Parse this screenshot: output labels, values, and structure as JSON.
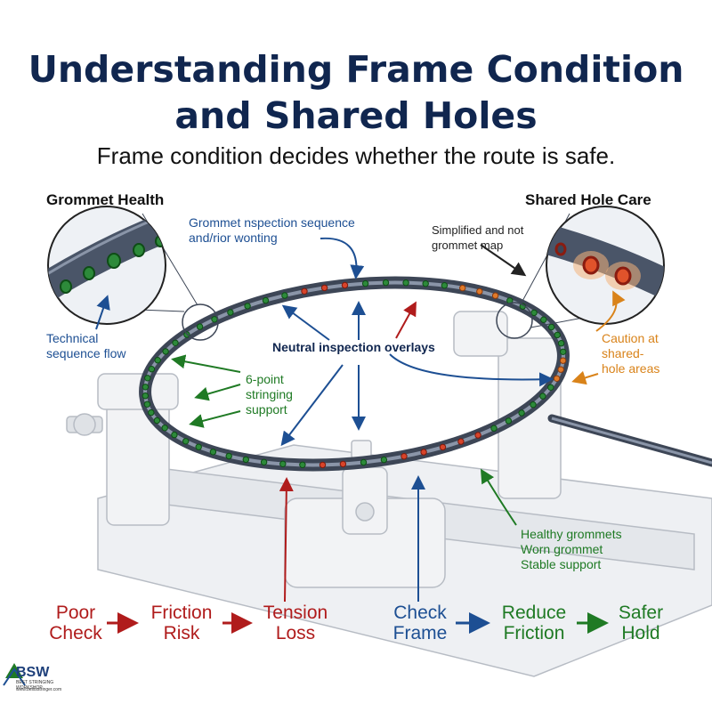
{
  "title": {
    "line1": "Understanding Frame Condition",
    "line2": "and Shared Holes"
  },
  "subtitle": "Frame condition decides whether the route is safe.",
  "headings": {
    "left": "Grommet Health",
    "right": "Shared Hole Care"
  },
  "labels": {
    "grommet_sequence_1": "Grommet nspection sequence",
    "grommet_sequence_2": "and/rior wonting",
    "simplified_1": "Simplified and not",
    "simplified_2": "grommet map",
    "technical_1": "Technical",
    "technical_2": "sequence flow",
    "neutral": "Neutral inspection overlays",
    "six_point_1": "6-point",
    "six_point_2": "stringing",
    "six_point_3": "support",
    "caution_1": "Caution at",
    "caution_2": "shared-",
    "caution_3": "hole areas",
    "healthy_1": "Healthy grommets",
    "healthy_2": "Worn grommet",
    "healthy_3": "Stable support"
  },
  "flow_left": [
    {
      "line1": "Poor",
      "line2": "Check"
    },
    {
      "line1": "Friction",
      "line2": "Risk"
    },
    {
      "line1": "Tension",
      "line2": "Loss"
    }
  ],
  "flow_right": [
    {
      "line1": "Check",
      "line2": "Frame"
    },
    {
      "line1": "Reduce",
      "line2": "Friction"
    },
    {
      "line1": "Safer",
      "line2": "Hold"
    }
  ],
  "logo": {
    "name": "BSW",
    "tagline": "BEST STRINGING WORKSHOP",
    "url": "www.bestsstringer.com"
  },
  "colors": {
    "title": "#10264f",
    "blue": "#1d4f93",
    "green": "#1f7a24",
    "red": "#b01c1c",
    "orange": "#d9831a",
    "frame": "#4a5568"
  }
}
